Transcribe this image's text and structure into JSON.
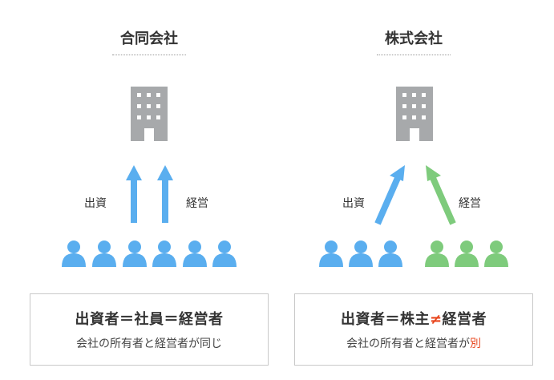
{
  "left": {
    "title": "合同会社",
    "label_invest": "出資",
    "label_manage": "経営",
    "box_main": "出資者＝社員＝経営者",
    "box_sub": "会社の所有者と経営者が同じ"
  },
  "right": {
    "title": "株式会社",
    "label_invest": "出資",
    "label_manage": "経営",
    "box_main_a": "出資者＝株主",
    "box_main_neq": "≠",
    "box_main_b": "経営者",
    "box_sub_a": "会社の所有者と経営者が",
    "box_sub_b": "別"
  },
  "colors": {
    "blue": "#5aaeef",
    "green": "#7ecb7c",
    "building": "#a7a9ab",
    "accent": "#e8461e"
  }
}
